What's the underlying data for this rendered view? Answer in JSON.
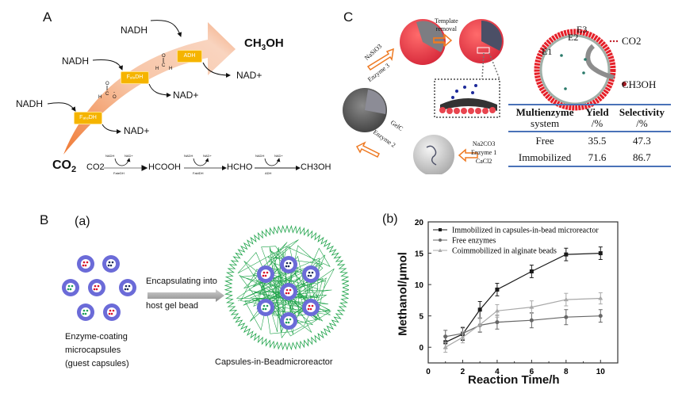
{
  "panels": {
    "A": {
      "label": "A",
      "product_big": "CH3OH",
      "product_big_parts": [
        "CH",
        "3",
        "OH"
      ],
      "substrate_big": "CO2",
      "substrate_big_parts": [
        "CO",
        "2"
      ],
      "cofactor_in": "NADH",
      "cofactor_out": "NAD+",
      "enzymes": [
        "FateDH",
        "FaldDH",
        "ADH"
      ],
      "enzyme_display": [
        "FₐₜₑDH",
        "FₐₗₔDH",
        "ADH"
      ],
      "intermediates": [
        "formate",
        "formaldehyde"
      ],
      "scheme": {
        "species": [
          "CO2",
          "HCOOH",
          "HCHO",
          "CH3OH"
        ],
        "cofactor_in": "NADH",
        "cofactor_out": "NAD+",
        "enzymes": [
          "FateDH",
          "FaldDH",
          "ADH"
        ]
      },
      "colors": {
        "arrow": "#f08a4b",
        "enzyme_box": "#f5b400"
      }
    },
    "B": {
      "label": "B",
      "sub_a": "(a)",
      "arrow_label_top": "Encapsulating into",
      "arrow_label_bottom": "host gel bead",
      "caption_left": [
        "Enzyme-coating",
        "microcapsules",
        "(guest capsules)"
      ],
      "caption_right": "Capsules-in-Beadmicroreactor",
      "colors": {
        "capsule_ring": "#6b6bd8",
        "gel": "#1fa34a",
        "enzyme_red": "#d9122a",
        "enzyme_navy": "#1b2a5a",
        "enzyme_green": "#1f9e5a"
      }
    },
    "C": {
      "label": "C",
      "steps": {
        "step1": [
          "Na2CO3",
          "Enzyme 1",
          "CaCl2"
        ],
        "step2": [
          "GelC",
          "Enzyme 2"
        ],
        "step3": [
          "NaSiO3",
          "Enzyme 3"
        ],
        "step4": [
          "Template",
          "removal"
        ]
      },
      "capsule_labels": [
        "E1",
        "E2",
        "E3"
      ],
      "capsule_io": [
        "CO2",
        "CH3OH"
      ],
      "table": {
        "headers": [
          [
            "Multienzyme",
            "system"
          ],
          [
            "Yield",
            "/%"
          ],
          [
            "Selectivity",
            "/%"
          ]
        ],
        "rows": [
          [
            "Free",
            "35.5",
            "47.3"
          ],
          [
            "Immobilized",
            "71.6",
            "86.7"
          ]
        ]
      }
    },
    "Bb": {
      "label": "(b)"
    }
  },
  "chart_data": {
    "type": "line",
    "title": "",
    "xlabel": "Reaction Time/h",
    "ylabel": "Methanol/μmol",
    "xlim": [
      0,
      11
    ],
    "ylim": [
      -2.5,
      20
    ],
    "xticks": [
      0,
      2,
      4,
      6,
      8,
      10
    ],
    "yticks": [
      0,
      5,
      10,
      15,
      20
    ],
    "grid": false,
    "legend_position": "top-left",
    "x": [
      1,
      2,
      3,
      4,
      6,
      8,
      10
    ],
    "series": [
      {
        "name": "Immobilized in capsules-in-bead microreactor",
        "marker": "square",
        "color": "#1a1a1a",
        "values": [
          0.8,
          2.1,
          6.0,
          9.2,
          12.1,
          14.8,
          15.0
        ],
        "errors": [
          1.0,
          1.0,
          1.3,
          1.0,
          1.0,
          1.0,
          1.0
        ]
      },
      {
        "name": "Free enzymes",
        "marker": "circle",
        "color": "#666666",
        "values": [
          1.7,
          2.2,
          3.5,
          4.0,
          4.3,
          4.8,
          5.0
        ],
        "errors": [
          1.0,
          1.0,
          1.1,
          1.1,
          1.2,
          1.2,
          1.0
        ]
      },
      {
        "name": "Coimmobilized in alginate beads",
        "marker": "triangle",
        "color": "#a8a8a8",
        "values": [
          0.0,
          1.6,
          3.6,
          5.8,
          6.4,
          7.6,
          7.8
        ],
        "errors": [
          0.8,
          0.9,
          1.1,
          1.0,
          1.0,
          1.0,
          0.9
        ]
      }
    ]
  }
}
